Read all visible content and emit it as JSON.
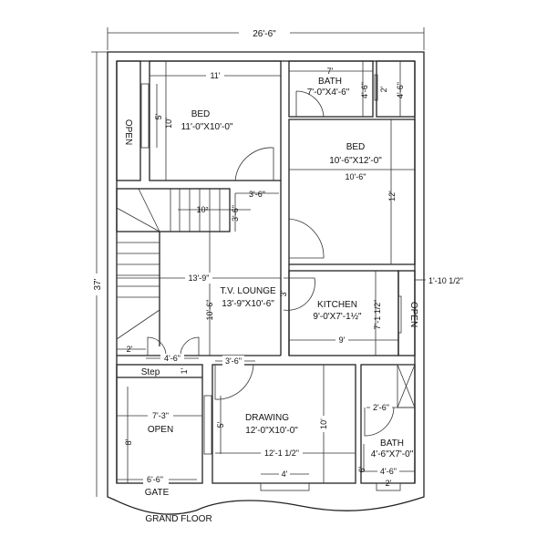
{
  "title": "GRAND FLOOR",
  "overall": {
    "width": "26'-6\"",
    "depth": "37'"
  },
  "rooms": {
    "bed1": {
      "name": "BED",
      "size": "11'-0\"X10'-0\"",
      "dim_w": "11'",
      "dim_h": "10'",
      "window": "5'"
    },
    "open_left": {
      "name": "OPEN"
    },
    "bath_top": {
      "name": "BATH",
      "size": "7'-0\"X4'-6\"",
      "dim_w": "7'",
      "dim_h": "4'-6\"",
      "vent": "2'",
      "shaft_h": "4'-6\""
    },
    "bed2": {
      "name": "BED",
      "size": "10'-6\"X12'-0\"",
      "dim_w": "10'-6\"",
      "dim_h": "12'"
    },
    "stair": {
      "door": "3'-6\"",
      "door_v": "3'-6\"",
      "label": "10²"
    },
    "lounge": {
      "name": "T.V. LOUNGE",
      "size": "13'-9\"X10'-6\"",
      "dim_w": "13'-9\"",
      "dim_h": "10'-6\"",
      "door": "3'"
    },
    "kitchen": {
      "name": "KITCHEN",
      "size": "9'-0'X7'-1½\"",
      "dim_w": "9'",
      "dim_h": "7'-1 1/2\""
    },
    "open_right": {
      "name": "OPEN",
      "dim": "1'-10 1/2\""
    },
    "entry": {
      "dim_2": "2'",
      "dim_door": "4'-6\"",
      "step": "Step",
      "step_dim": "1'",
      "door2": "3'-6\""
    },
    "open_front": {
      "name": "OPEN",
      "dim_w": "7'-3\"",
      "dim_h": "8'",
      "gate_w": "6'-6\"",
      "gate": "GATE"
    },
    "drawing": {
      "name": "DRAWING",
      "size": "12'-0\"X10'-0\"",
      "dim_w": "12'-1 1/2\"",
      "dim_h": "10'",
      "window_v": "5'",
      "window": "4'"
    },
    "bath_bottom": {
      "name": "BATH",
      "size": "4'-6\"X7'-0\"",
      "door": "2'-6\"",
      "dim_w": "4'-6\"",
      "dim_h": "6'",
      "window": "2'"
    }
  }
}
